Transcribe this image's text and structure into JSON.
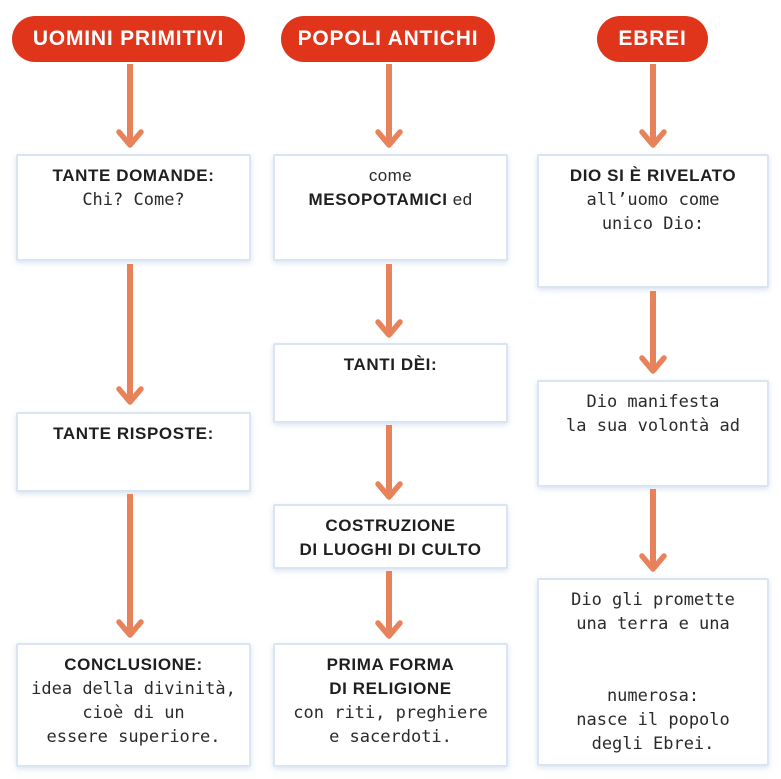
{
  "diagram": {
    "title": "Schema: origine della religione (uomini primitivi, popoli antichi, ebrei)",
    "colors": {
      "header_bg": "#e0341b",
      "header_text": "#ffffff",
      "arrow": "#e8825a",
      "box_border": "#dbe5f2",
      "box_bg": "#ffffff",
      "text": "#2a2a2a"
    },
    "columns": [
      {
        "header": "UOMINI PRIMITIVI",
        "boxes": [
          {
            "lines": [
              "TANTE DOMANDE:",
              "Chi? Come?"
            ]
          },
          {
            "lines": [
              "TANTE RISPOSTE:"
            ]
          },
          {
            "lines": [
              "CONCLUSIONE:",
              "idea della divinità,",
              "cioè di un",
              "essere superiore."
            ]
          }
        ]
      },
      {
        "header": "POPOLI ANTICHI",
        "boxes": [
          {
            "lines": [
              "come",
              [
                "MESOPOTAMICI",
                " ed"
              ]
            ]
          },
          {
            "lines": [
              "TANTI DÈI:"
            ]
          },
          {
            "lines": [
              "COSTRUZIONE",
              "DI LUOGHI DI CULTO"
            ]
          },
          {
            "lines": [
              "PRIMA FORMA",
              "DI RELIGIONE",
              "con riti, preghiere",
              "e sacerdoti."
            ]
          }
        ]
      },
      {
        "header": "EBREI",
        "boxes": [
          {
            "lines": [
              "DIO SI È RIVELATO",
              "all’uomo come",
              "unico Dio:"
            ]
          },
          {
            "lines": [
              "Dio manifesta",
              "la sua volontà ad"
            ]
          },
          {
            "lines": [
              "Dio gli promette",
              "una terra e una",
              "numerosa:",
              "nasce il popolo",
              "degli Ebrei."
            ]
          }
        ]
      }
    ]
  }
}
